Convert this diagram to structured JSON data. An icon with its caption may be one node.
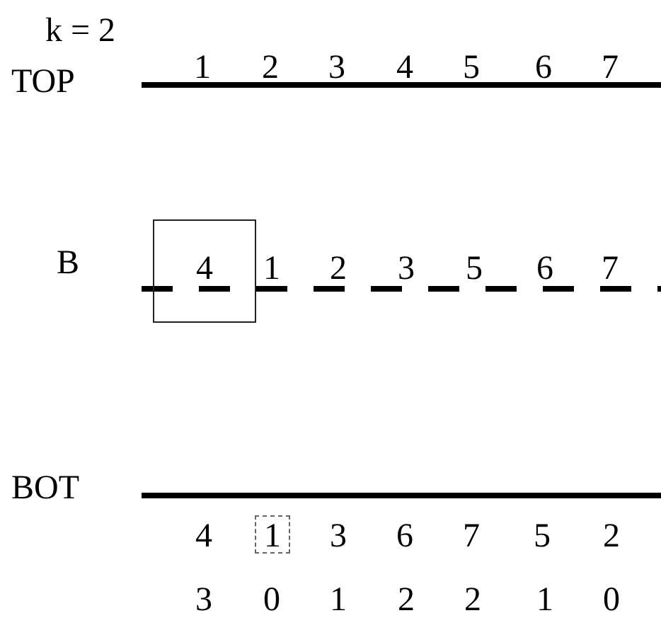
{
  "diagram": {
    "nodes": [
      {
        "text": [
          "4"
        ]
      },
      {
        "text": [
          "1"
        ]
      }
    ],
    "labels": [
      "k = 2",
      "1",
      "2",
      "3",
      "4",
      "5",
      "6",
      "7",
      "TOP",
      "B",
      "1",
      "2",
      "3",
      "5",
      "6",
      "7",
      "BOT",
      "4",
      "3",
      "6",
      "7",
      "5",
      "2",
      "3",
      "0",
      "1",
      "2",
      "2",
      "1",
      "0"
    ]
  }
}
